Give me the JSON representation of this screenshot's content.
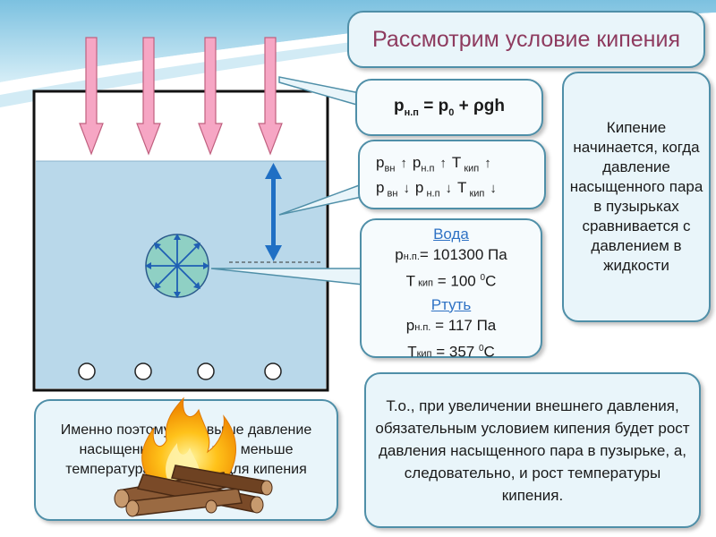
{
  "title": "Рассмотрим условие кипения",
  "formula": {
    "p": "p",
    "p_sub": "н.п",
    "eq": " = p",
    "p0_sub": "0",
    "rest": " + ρgh"
  },
  "relations": {
    "line1": {
      "p1": "p",
      "p1_sub": "вн",
      "p2": "p",
      "p2_sub": "н.п",
      "t": "T",
      "t_sub": " кип",
      "arrow": "up"
    },
    "line2": {
      "p1": "p",
      "p1_sub": " вн",
      "p2": "p",
      "p2_sub": " н.п",
      "t": "T",
      "t_sub": " кип",
      "arrow": "down"
    }
  },
  "substances": {
    "water": {
      "name": "Вода",
      "p_label": "p",
      "p_sub": "н.п.",
      "p_value": "= 101300 Па",
      "t_label": "T",
      "t_sub": " кип",
      "t_value": "= 100 ",
      "t_deg": "0",
      "t_unit": "С"
    },
    "mercury": {
      "name": "Ртуть",
      "p_label": "p",
      "p_sub": "н.п.",
      "p_value": " = 117 Па",
      "t_label": "T",
      "t_sub": "кип",
      "t_value": " = 357 ",
      "t_deg": "0",
      "t_unit": "С"
    }
  },
  "right_note": "Кипение начинается, когда давление насыщенного пара в пузырьках сравнивается с давлением в жидкости",
  "bottom_right_note": "Т.о., при увеличении внешнего давления, обязательным условием кипения будет  рост давления насыщенного пара в пузырьке, а, следовательно, и рост температуры кипения.",
  "bottom_left_note": "Именно поэтому, чем выше давление насыщенного пара, тем меньше температура требуется для кипения жидкости",
  "colors": {
    "title": "#8e3b5f",
    "water": "#b9d8ea",
    "arrow_pink": "#f6a6c4",
    "arrow_blue": "#1f6fc4",
    "bubble": "#8fd0c4",
    "box_border": "#4f8fa8",
    "box_fill": "#e9f5fa"
  },
  "icons": {
    "pressure_arrows": "down-arrow-icon",
    "depth_arrow": "double-arrow-icon",
    "bubble": "vapor-bubble-icon",
    "fire": "campfire-icon"
  }
}
